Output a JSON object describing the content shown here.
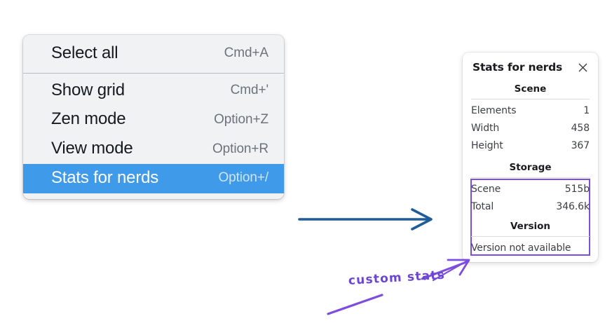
{
  "menu": {
    "groups": [
      {
        "items": [
          {
            "label": "Select all",
            "shortcut": "Cmd+A",
            "selected": false
          }
        ]
      },
      {
        "items": [
          {
            "label": "Show grid",
            "shortcut": "Cmd+'",
            "selected": false
          },
          {
            "label": "Zen mode",
            "shortcut": "Option+Z",
            "selected": false
          },
          {
            "label": "View mode",
            "shortcut": "Option+R",
            "selected": false
          },
          {
            "label": "Stats for nerds",
            "shortcut": "Option+/",
            "selected": true
          }
        ]
      }
    ],
    "selected_highlight_color": "#3f9bea"
  },
  "stats_panel": {
    "title": "Stats for nerds",
    "close_icon": "close-icon",
    "sections": [
      {
        "name": "Scene",
        "heading": "Scene",
        "rows": [
          {
            "key": "Elements",
            "value": "1"
          },
          {
            "key": "Width",
            "value": "458"
          },
          {
            "key": "Height",
            "value": "367"
          }
        ]
      },
      {
        "name": "Storage",
        "heading": "Storage",
        "rows": [
          {
            "key": "Scene",
            "value": "515b"
          },
          {
            "key": "Total",
            "value": "346.6k"
          }
        ]
      },
      {
        "name": "Version",
        "heading": "Version",
        "text": "Version not available"
      }
    ],
    "highlight_box_color": "#7c4dde"
  },
  "annotations": {
    "handwritten_label": "custom stats",
    "handwritten_color": "#6b46d6",
    "blue_arrow_color": "#1f5c99",
    "purple_arrow_color": "#7c4dde"
  }
}
